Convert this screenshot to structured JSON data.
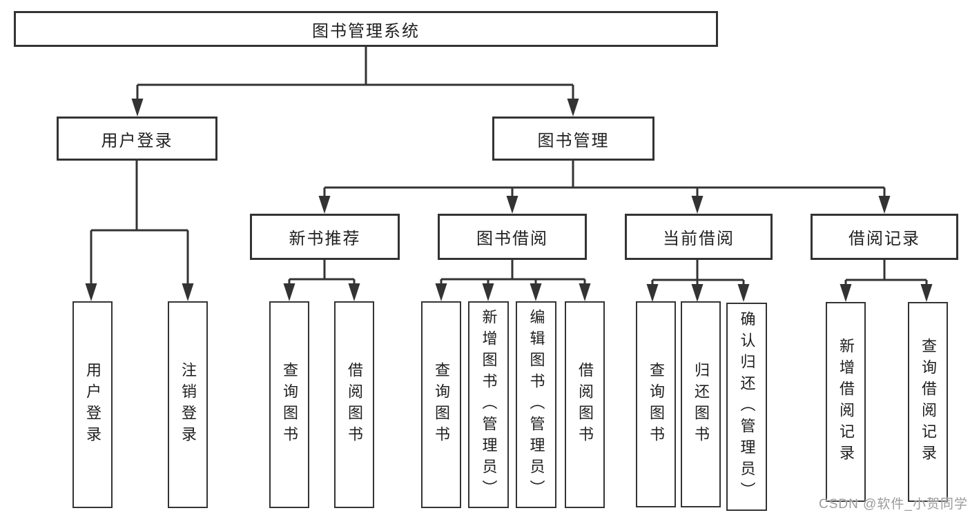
{
  "diagram": {
    "root": {
      "label": "图书管理系统"
    },
    "level2": [
      {
        "id": "user-login",
        "label": "用户登录"
      },
      {
        "id": "book-management",
        "label": "图书管理"
      }
    ],
    "level3": [
      {
        "id": "new-book-recommend",
        "label": "新书推荐"
      },
      {
        "id": "book-borrow",
        "label": "图书借阅"
      },
      {
        "id": "current-borrow",
        "label": "当前借阅"
      },
      {
        "id": "borrow-records",
        "label": "借阅记录"
      }
    ],
    "leaves": [
      {
        "id": "user-login-leaf",
        "label": "用户登录"
      },
      {
        "id": "logout-leaf",
        "label": "注销登录"
      },
      {
        "id": "query-books-recommend",
        "label": "查询图书"
      },
      {
        "id": "borrow-books-recommend",
        "label": "借阅图书"
      },
      {
        "id": "query-books-borrow",
        "label": "查询图书"
      },
      {
        "id": "add-books-admin",
        "label": "新增图书（管理员）"
      },
      {
        "id": "edit-books-admin",
        "label": "编辑图书（管理员）"
      },
      {
        "id": "borrow-books-borrow",
        "label": "借阅图书"
      },
      {
        "id": "query-books-current",
        "label": "查询图书"
      },
      {
        "id": "return-books",
        "label": "归还图书"
      },
      {
        "id": "confirm-return-admin",
        "label": "确认归还（管理员）"
      },
      {
        "id": "add-borrow-record",
        "label": "新增借阅记录"
      },
      {
        "id": "query-borrow-record",
        "label": "查询借阅记录"
      }
    ]
  },
  "watermark": {
    "text": "CSDN @软件_小贺同学"
  },
  "colors": {
    "line": "#333333",
    "border": "#333333",
    "text": "#1f1f1f",
    "watermark": "#9b9b9b",
    "background": "#ffffff"
  }
}
